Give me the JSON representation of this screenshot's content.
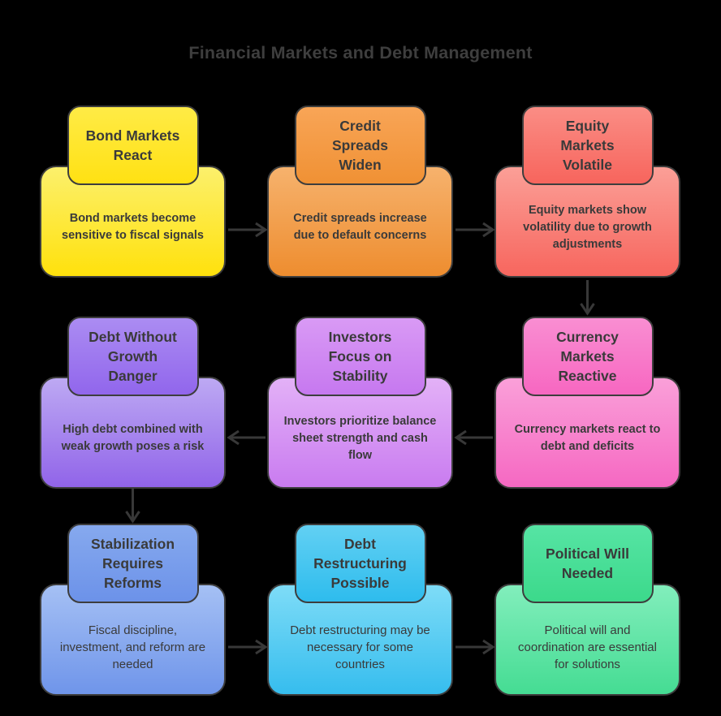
{
  "page": {
    "background_color": "#000000",
    "title": "Financial Markets and Debt Management",
    "title_color": "#3e3e3e",
    "border_color": "#3d3d3d",
    "arrow_color": "#383838"
  },
  "diagram": {
    "type": "flowchart",
    "flow_pattern": "boustrophedon (row1 left-to-right, row2 right-to-left, row3 left-to-right)",
    "nodes": [
      {
        "id": "bond-markets-react",
        "title": "Bond Markets\nReact",
        "description": "Bond markets become\nsensitive to fiscal signals",
        "colors": {
          "header_top": "#ffeb46",
          "header_bottom": "#ffe113",
          "body_top": "#fcf06c",
          "body_bottom": "#ffe10c",
          "text": "#3a3a3a"
        }
      },
      {
        "id": "credit-spreads-widen",
        "title": "Credit\nSpreads\nWiden",
        "description": "Credit spreads increase\ndue to default concerns",
        "colors": {
          "header_top": "#f8a557",
          "header_bottom": "#f09134",
          "body_top": "#f6b26d",
          "body_bottom": "#ee8d2f",
          "text": "#3a3a3a"
        }
      },
      {
        "id": "equity-markets-volatile",
        "title": "Equity\nMarkets\nVolatile",
        "description": "Equity markets show\nvolatility due to growth\nadjustments",
        "colors": {
          "header_top": "#fa8d85",
          "header_bottom": "#f7655d",
          "body_top": "#fb9f97",
          "body_bottom": "#f7665e",
          "text": "#3a3a3a"
        }
      },
      {
        "id": "debt-without-growth-danger",
        "title": "Debt Without\nGrowth\nDanger",
        "description": "High debt combined with\nweak growth poses a risk",
        "colors": {
          "header_top": "#ab8cf2",
          "header_bottom": "#9166ec",
          "body_top": "#bda9f3",
          "body_bottom": "#9164e9",
          "text": "#3a3a3a"
        }
      },
      {
        "id": "investors-focus-on-stability",
        "title": "Investors\nFocus on\nStability",
        "description": "Investors prioritize balance\nsheet strength and cash\nflow",
        "colors": {
          "header_top": "#d99af5",
          "header_bottom": "#c678ef",
          "body_top": "#e3b1f7",
          "body_bottom": "#c97bf0",
          "text": "#3a3a3a"
        }
      },
      {
        "id": "currency-markets-reactive",
        "title": "Currency\nMarkets\nReactive",
        "description": "Currency markets react to\ndebt and deficits",
        "colors": {
          "header_top": "#f98ed2",
          "header_bottom": "#f767c1",
          "body_top": "#faa0d9",
          "body_bottom": "#f668c2",
          "text": "#3a3a3a"
        }
      },
      {
        "id": "stabilization-requires-reforms",
        "title": "Stabilization\nRequires\nReforms",
        "description": "Fiscal discipline,\ninvestment, and reform are\nneeded",
        "colors": {
          "header_top": "#86a9ee",
          "header_bottom": "#6c92e9",
          "body_top": "#a5c0f4",
          "body_bottom": "#6f95ea",
          "text": "#3a3a3a"
        }
      },
      {
        "id": "debt-restructuring-possible",
        "title": "Debt\nRestructuring\nPossible",
        "description": "Debt restructuring may be\nnecessary for some\ncountries",
        "colors": {
          "header_top": "#62d0f3",
          "header_bottom": "#2ebced",
          "body_top": "#7edcf7",
          "body_bottom": "#36bdee",
          "text": "#3a3a3a"
        }
      },
      {
        "id": "political-will-needed",
        "title": "Political Will\nNeeded",
        "description": "Political will and\ncoordination are essential\nfor solutions",
        "colors": {
          "header_top": "#56e4a4",
          "header_bottom": "#3cd98b",
          "body_top": "#82eebc",
          "body_bottom": "#45dc93",
          "text": "#3a3a3a"
        }
      }
    ],
    "edges": [
      {
        "from": "bond-markets-react",
        "to": "credit-spreads-widen",
        "direction": "right"
      },
      {
        "from": "credit-spreads-widen",
        "to": "equity-markets-volatile",
        "direction": "right"
      },
      {
        "from": "equity-markets-volatile",
        "to": "currency-markets-reactive",
        "direction": "down"
      },
      {
        "from": "currency-markets-reactive",
        "to": "investors-focus-on-stability",
        "direction": "left"
      },
      {
        "from": "investors-focus-on-stability",
        "to": "debt-without-growth-danger",
        "direction": "left"
      },
      {
        "from": "debt-without-growth-danger",
        "to": "stabilization-requires-reforms",
        "direction": "down"
      },
      {
        "from": "stabilization-requires-reforms",
        "to": "debt-restructuring-possible",
        "direction": "right"
      },
      {
        "from": "debt-restructuring-possible",
        "to": "political-will-needed",
        "direction": "right"
      }
    ]
  }
}
